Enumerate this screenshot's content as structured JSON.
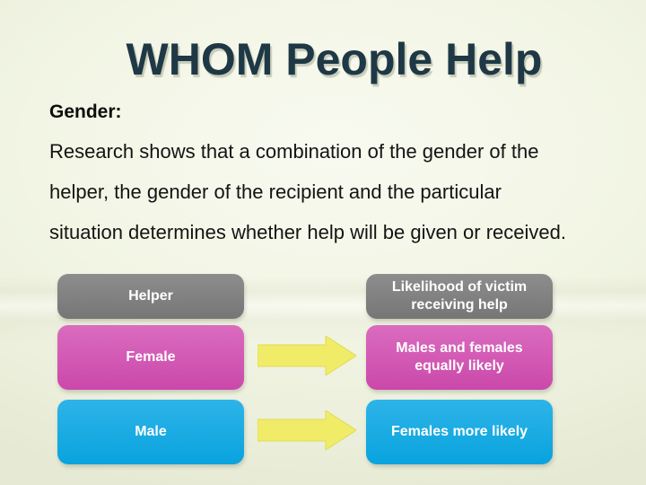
{
  "slide": {
    "title": "WHOM People Help",
    "section_heading": "Gender:",
    "paragraph_lines": [
      "Research shows that a combination of the gender of the",
      "helper, the gender of the recipient and the particular",
      "situation determines whether help will be given or received."
    ],
    "table": {
      "columns": [
        "Helper",
        "Likelihood of victim receiving help"
      ],
      "rows": [
        {
          "helper": "Female",
          "likelihood": "Males and females equally likely"
        },
        {
          "helper": "Male",
          "likelihood": "Females more likely"
        }
      ]
    },
    "icons": {
      "row_connector": "right-arrow"
    },
    "colors": {
      "background": "#f2f5e4",
      "title_text": "#1f3845",
      "body_text": "#141414",
      "header_gray": "#7f7f7f",
      "female_row_pink": "#d358b3",
      "male_row_blue": "#14aae3",
      "arrow_yellow": "#f0ec68",
      "box_text": "#ffffff"
    }
  }
}
